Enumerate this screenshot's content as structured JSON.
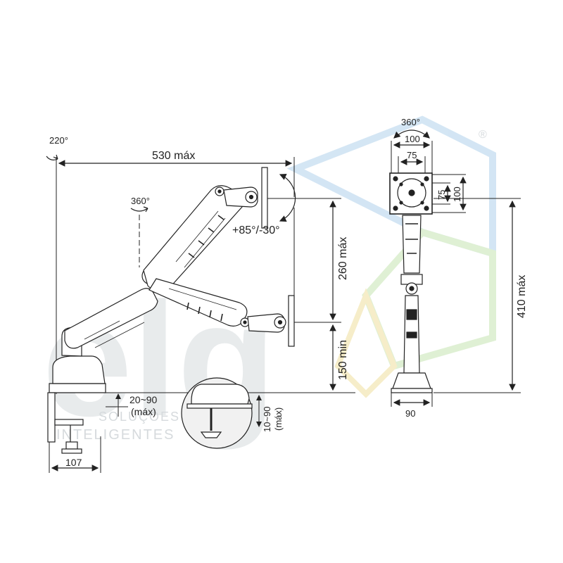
{
  "side_view": {
    "max_reach": "530 máx",
    "height_upper": "260 máx",
    "height_lower": "150 min",
    "tilt": "+85°/-30°",
    "base_swivel": "220°",
    "arm_rotation": "360°",
    "clamp_width": "107",
    "desk_thickness_line1": "20~90",
    "desk_thickness_line2": "(máx)",
    "grommet_line1": "10~90",
    "grommet_line2": "(máx)"
  },
  "front_view": {
    "rotation": "360°",
    "vesa_outer_width": "100",
    "vesa_inner_width": "75",
    "vesa_inner_height": "75",
    "vesa_outer_height": "100",
    "max_height": "410 máx",
    "base_width": "90"
  },
  "watermark": {
    "logo_text": "elg",
    "line1": "SOLUÇÕES",
    "line2": "INTELIGENTES",
    "registered": "®"
  },
  "colors": {
    "line": "#222222",
    "watermark": "#d8dde0",
    "accent_blue": "#cfe3f3",
    "accent_green": "#dcefd0",
    "accent_yellow": "#f6ecc4"
  }
}
